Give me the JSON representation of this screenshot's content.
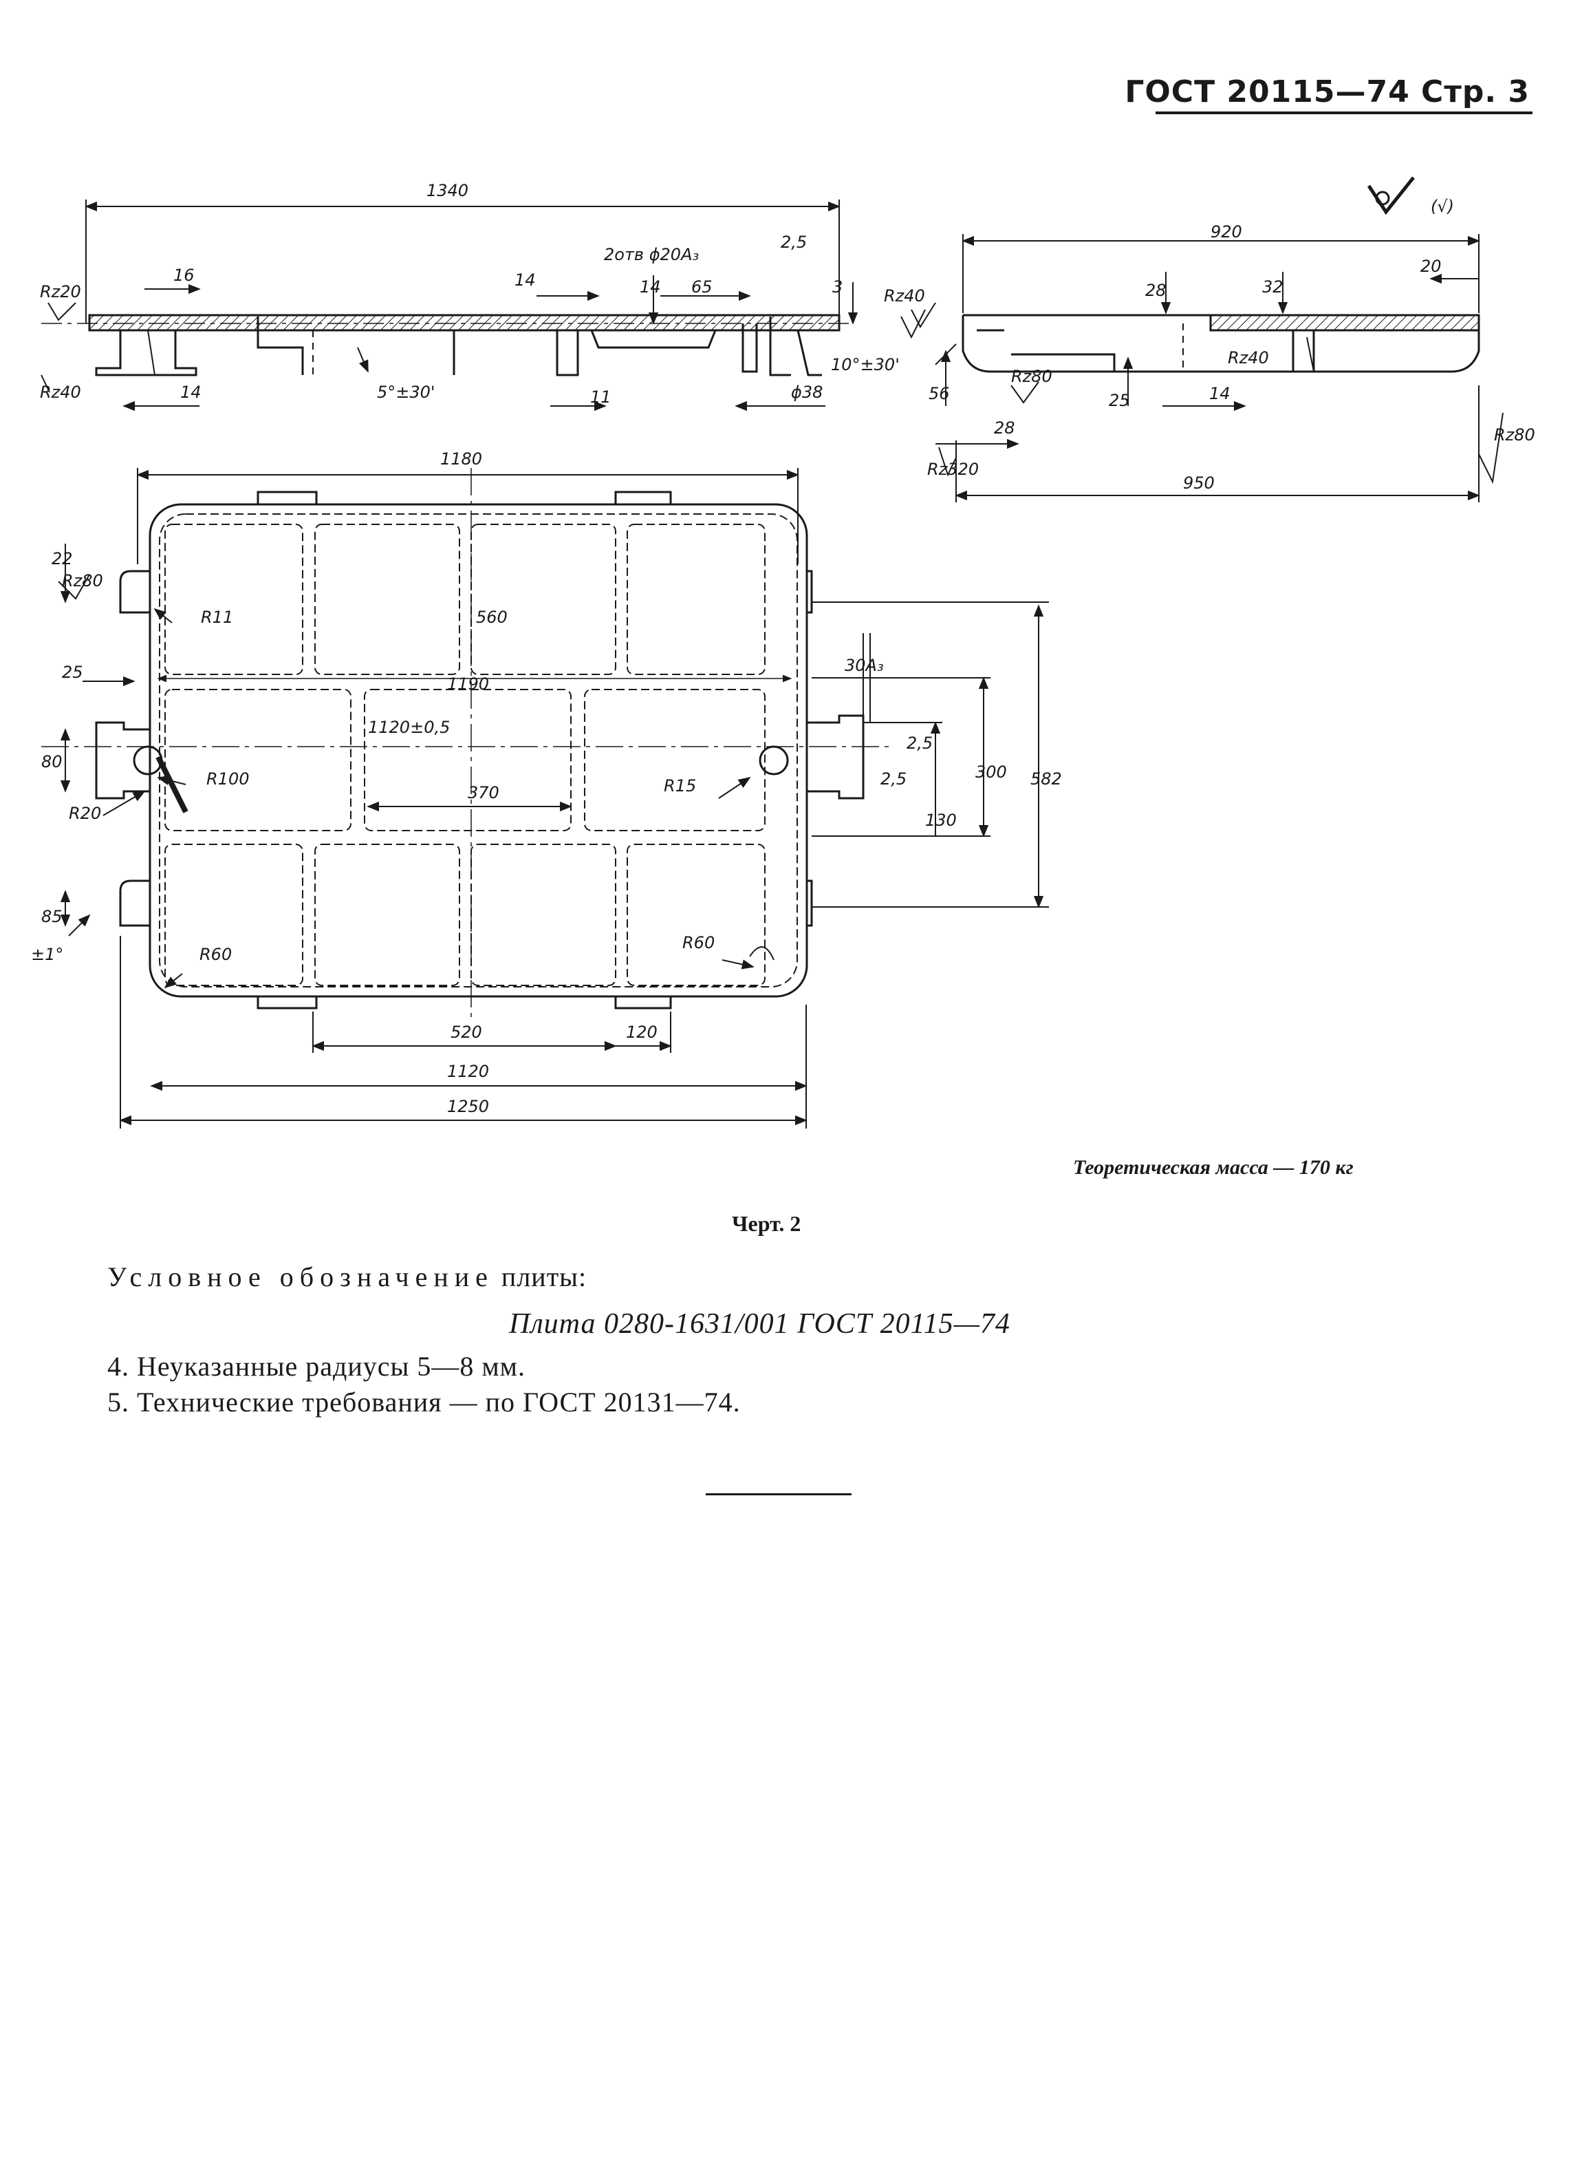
{
  "header": {
    "text": "ГОСТ 20115—74 Стр. 3"
  },
  "drawing": {
    "roughness_symbol": "(√)",
    "front_view": {
      "dims": {
        "overall": "1340",
        "d16": "16",
        "d14a": "14",
        "d14b": "14",
        "d14c": "14",
        "d11": "11",
        "d65": "65",
        "d3": "3",
        "d25": "2,5",
        "holes": "2отв ϕ20А₃",
        "angle": "5°±30'",
        "d38": "ϕ38"
      },
      "roughness": [
        "Rz20",
        "Rz40",
        "Rz40"
      ]
    },
    "side_view": {
      "dims": {
        "d920": "920",
        "d20": "20",
        "d28a": "28",
        "d32": "32",
        "d56": "56",
        "d25": "25",
        "d14": "14",
        "d28b": "28",
        "d950": "950",
        "angle": "10°±30'"
      },
      "roughness": [
        "Rz80",
        "Rz40",
        "Rz320",
        "Rz80"
      ]
    },
    "plan_view": {
      "dims": {
        "d1180": "1180",
        "d22": "22",
        "rz80": "Rz80",
        "r11": "R11",
        "d560": "560",
        "d25": "25",
        "d1190": "1190",
        "d1120tol": "1120±0,5",
        "d80": "80",
        "r100": "R100",
        "r20": "R20",
        "d370": "370",
        "r15": "R15",
        "d30a3": "30А₃",
        "d25b": "2,5",
        "d25c": "2,5",
        "d300": "300",
        "d582": "582",
        "d130": "130",
        "d85": "85",
        "angle1": "±1°",
        "r60a": "R60",
        "r60b": "R60",
        "d520": "520",
        "d120": "120",
        "d1120": "1120",
        "d1250": "1250"
      }
    }
  },
  "mass_text": "Теоретическая масса — 170 кг",
  "caption": "Черт. 2",
  "designation_label": "Условное обозначение",
  "designation_label_tail": " плиты:",
  "designation": "Плита 0280-1631/001 ГОСТ 20115—74",
  "notes": [
    "4. Неуказанные радиусы 5—8 мм.",
    "5. Технические требования — по ГОСТ 20131—74."
  ]
}
